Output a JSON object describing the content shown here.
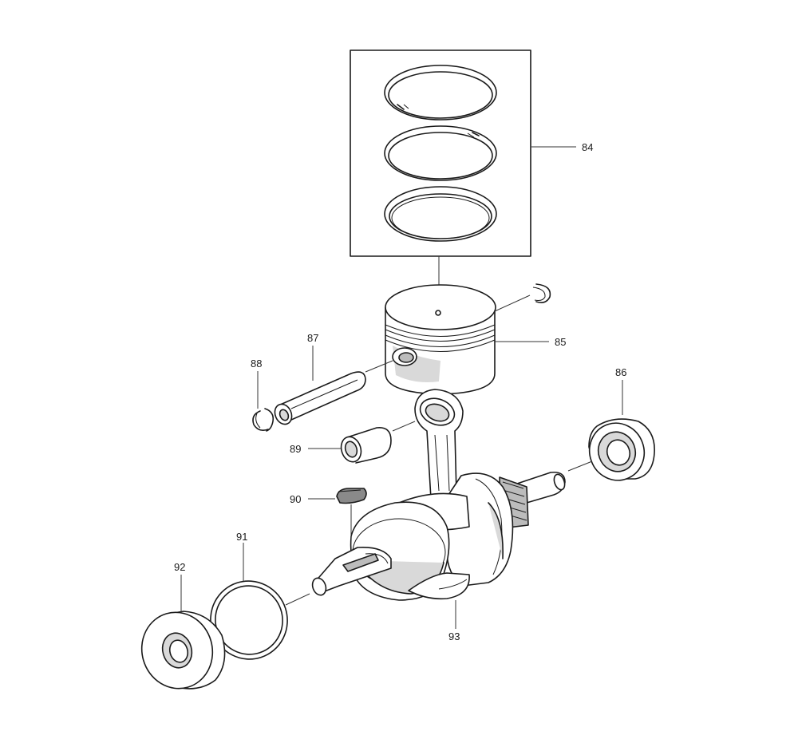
{
  "callouts": {
    "c84": "84",
    "c85": "85",
    "c86": "86",
    "c87": "87",
    "c88": "88",
    "c89": "89",
    "c90": "90",
    "c91": "91",
    "c92": "92",
    "c93": "93"
  }
}
